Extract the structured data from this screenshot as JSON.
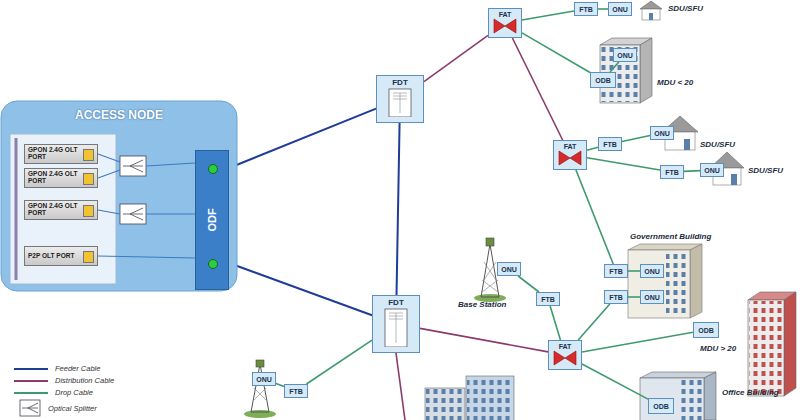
{
  "diagram": {
    "nodes": [
      {
        "text": [
          "ACCESS NODE"
        ]
      },
      {
        "text": [
          "GPON 2.4G OLT PORT"
        ],
        "in": 0
      },
      {
        "text": [
          "GPON 2.4G OLT PORT"
        ],
        "in": 0
      },
      {
        "text": [
          "GPON 2.4G OLT PORT"
        ],
        "in": 0
      },
      {
        "text": [
          "P2P OLT PORT"
        ],
        "in": 0
      },
      {
        "text": [
          "ODF"
        ],
        "in": 0
      },
      {
        "text": [
          "FDT"
        ]
      },
      {
        "text": [
          "FDT"
        ]
      },
      {
        "text": [
          "FAT"
        ]
      },
      {
        "text": [
          "FAT"
        ]
      },
      {
        "text": [
          "FAT"
        ]
      },
      {
        "text": [
          "FTB"
        ]
      },
      {
        "text": [
          "ONU"
        ]
      },
      {
        "text": [
          "ODB"
        ]
      },
      {
        "text": [
          "ONU"
        ]
      },
      {
        "text": [
          "FTB"
        ]
      },
      {
        "text": [
          "ONU"
        ]
      },
      {
        "text": [
          "FTB"
        ]
      },
      {
        "text": [
          "ONU"
        ]
      },
      {
        "text": [
          "FTB"
        ]
      },
      {
        "text": [
          "ONU"
        ]
      },
      {
        "text": [
          "FTB"
        ]
      },
      {
        "text": [
          "ONU"
        ]
      },
      {
        "text": [
          "FTB"
        ]
      },
      {
        "text": [
          "ONU"
        ]
      },
      {
        "text": [
          "ODB"
        ]
      },
      {
        "text": [
          "ODB"
        ]
      },
      {
        "text": [
          "FTB"
        ]
      },
      {
        "text": [
          "ONU"
        ]
      }
    ],
    "edges": [
      {
        "from": 5,
        "to": 6,
        "arrow": "none"
      },
      {
        "from": 5,
        "to": 7,
        "arrow": "none"
      },
      {
        "from": 6,
        "to": 7,
        "arrow": "none"
      },
      {
        "from": 6,
        "to": 8,
        "arrow": "none"
      },
      {
        "from": 8,
        "to": 9,
        "arrow": "none"
      },
      {
        "from": 7,
        "to": 10,
        "arrow": "none"
      },
      {
        "from": 8,
        "to": 11,
        "arrow": "none"
      },
      {
        "from": 11,
        "to": 12,
        "arrow": "none"
      },
      {
        "from": 8,
        "to": 13,
        "arrow": "none"
      },
      {
        "from": 13,
        "to": 14,
        "arrow": "none"
      },
      {
        "from": 9,
        "to": 15,
        "arrow": "none"
      },
      {
        "from": 15,
        "to": 16,
        "arrow": "none"
      },
      {
        "from": 9,
        "to": 17,
        "arrow": "none"
      },
      {
        "from": 17,
        "to": 18,
        "arrow": "none"
      },
      {
        "from": 9,
        "to": 19,
        "arrow": "none"
      },
      {
        "from": 19,
        "to": 20,
        "arrow": "none"
      },
      {
        "from": 10,
        "to": 21,
        "arrow": "none"
      },
      {
        "from": 21,
        "to": 22,
        "arrow": "none"
      },
      {
        "from": 10,
        "to": 23,
        "arrow": "none"
      },
      {
        "from": 23,
        "to": 24,
        "arrow": "none"
      },
      {
        "from": 10,
        "to": 25,
        "arrow": "none"
      },
      {
        "from": 10,
        "to": 26,
        "arrow": "none"
      },
      {
        "from": 7,
        "to": 27,
        "arrow": "none"
      },
      {
        "from": 27,
        "to": 28,
        "arrow": "none"
      }
    ],
    "labels": [
      "SDU/SFU",
      "MDU < 20",
      "SDU/SFU",
      "SDU/SFU",
      "Government Building",
      "Base Station",
      "MDU > 20",
      "Office Building"
    ],
    "legend": [
      {
        "text": "Feeder Cable"
      },
      {
        "text": "Distribution Cable"
      },
      {
        "text": "Drop Cable"
      },
      {
        "text": "Optical Splitter"
      }
    ]
  }
}
